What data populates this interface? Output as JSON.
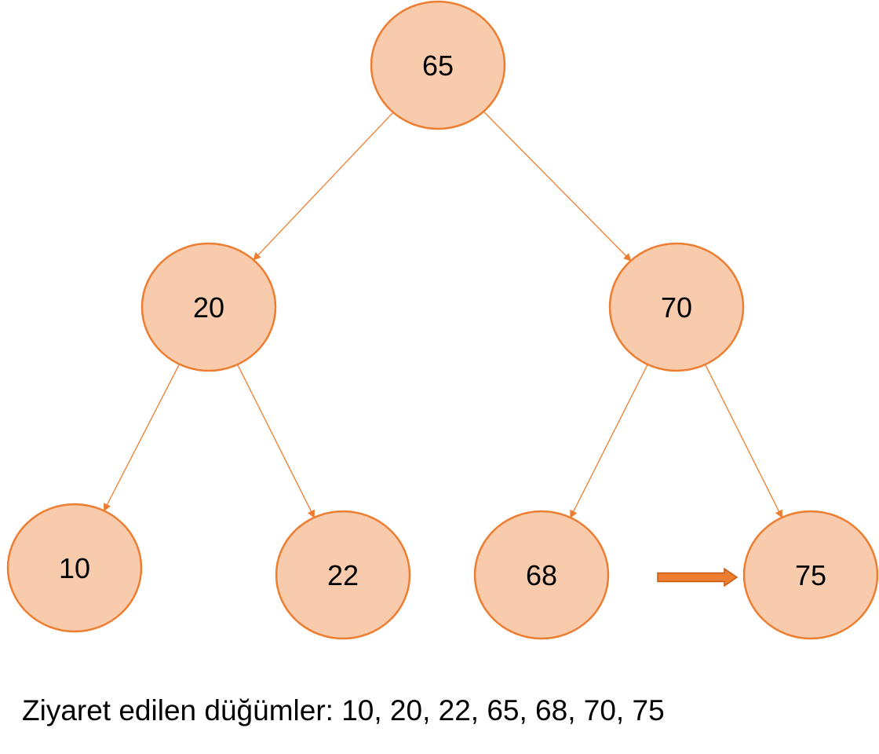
{
  "colors": {
    "node_fill": "#f8cbad",
    "node_stroke": "#ed7d31",
    "edge": "#ed7d31",
    "block_arrow_fill": "#ed7d31",
    "block_arrow_stroke": "#c55a11"
  },
  "tree": {
    "nodes": [
      {
        "id": "n65",
        "label": "65"
      },
      {
        "id": "n20",
        "label": "20"
      },
      {
        "id": "n70",
        "label": "70"
      },
      {
        "id": "n10",
        "label": "10"
      },
      {
        "id": "n22",
        "label": "22"
      },
      {
        "id": "n68",
        "label": "68"
      },
      {
        "id": "n75",
        "label": "75"
      }
    ],
    "edges": [
      {
        "from": "n65",
        "to": "n20"
      },
      {
        "from": "n65",
        "to": "n70"
      },
      {
        "from": "n20",
        "to": "n10"
      },
      {
        "from": "n20",
        "to": "n22"
      },
      {
        "from": "n70",
        "to": "n68"
      },
      {
        "from": "n70",
        "to": "n75"
      }
    ],
    "pointer": {
      "from": "n68",
      "to": "n75",
      "icon": "right-block-arrow-icon"
    }
  },
  "caption": {
    "text": "Ziyaret edilen düğümler: 10, 20, 22, 65, 68, 70, 75"
  }
}
